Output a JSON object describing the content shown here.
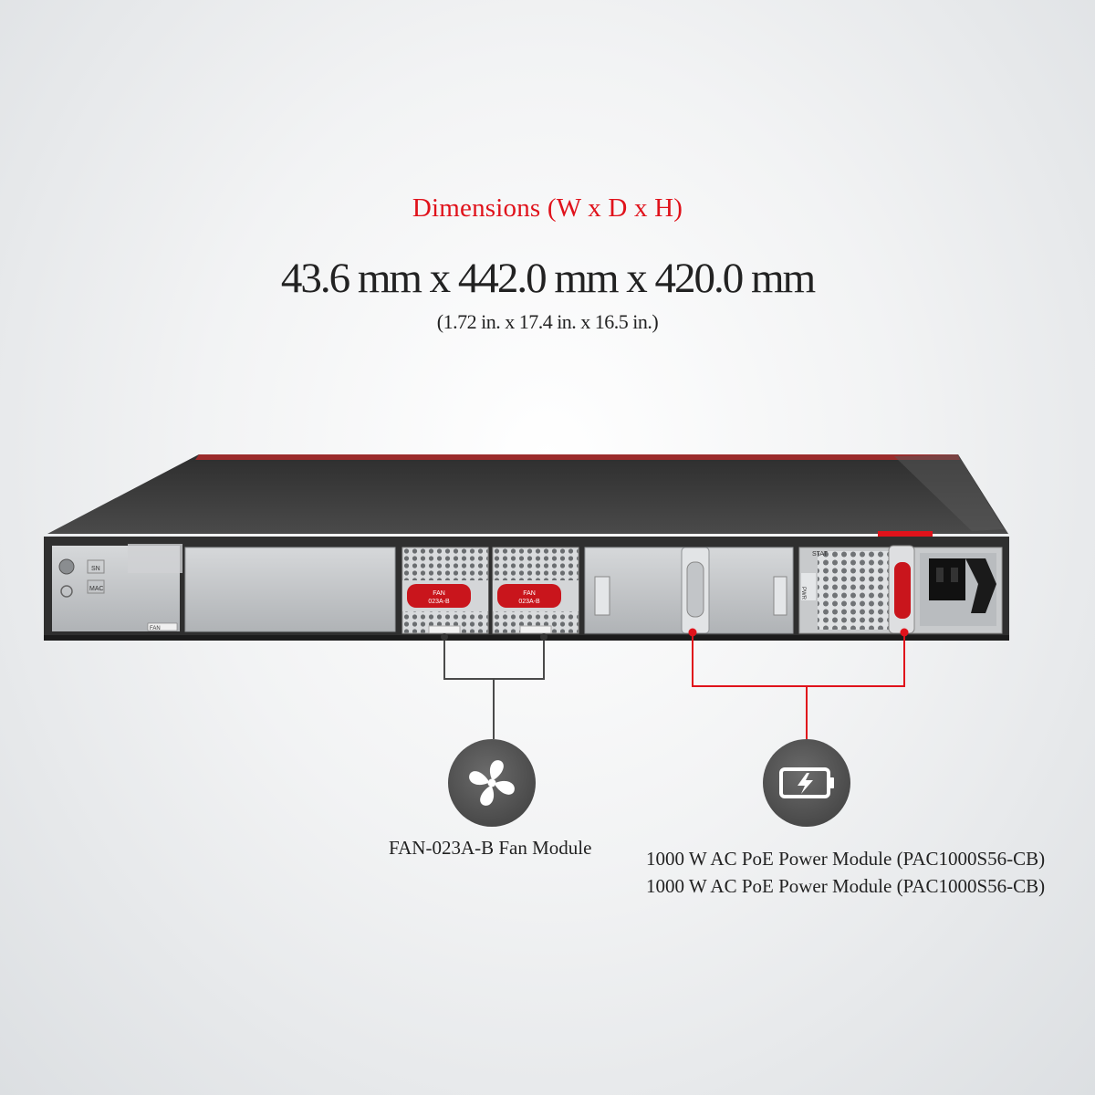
{
  "title": "Dimensions (W x D x H)",
  "dimensions_mm": "43.6 mm x 442.0 mm x 420.0 mm",
  "dimensions_in": "(1.72 in. x 17.4 in. x 16.5 in.)",
  "colors": {
    "accent": "#e0121b",
    "text": "#222222",
    "fan_line": "#4a4a4a",
    "power_line": "#e0121b",
    "chassis": "#3a3a3a",
    "panel": "#c4c6c8"
  },
  "device": {
    "left_panel_labels": {
      "sn": "SN",
      "mac": "MAC",
      "fan_slot": "FAN"
    },
    "fan_modules": [
      {
        "label_line1": "FAN",
        "label_line2": "023A-B"
      },
      {
        "label_line1": "FAN",
        "label_line2": "023A-B"
      }
    ],
    "psu_labels": {
      "stat": "STAT",
      "pwr": "PWR"
    }
  },
  "callouts": {
    "fan": {
      "icon": "fan-icon",
      "label": "FAN-023A-B Fan Module"
    },
    "power": {
      "icon": "battery-charging-icon",
      "labels": [
        "1000 W AC PoE Power Module (PAC1000S56-CB)",
        "1000 W AC PoE Power Module (PAC1000S56-CB)"
      ]
    }
  }
}
